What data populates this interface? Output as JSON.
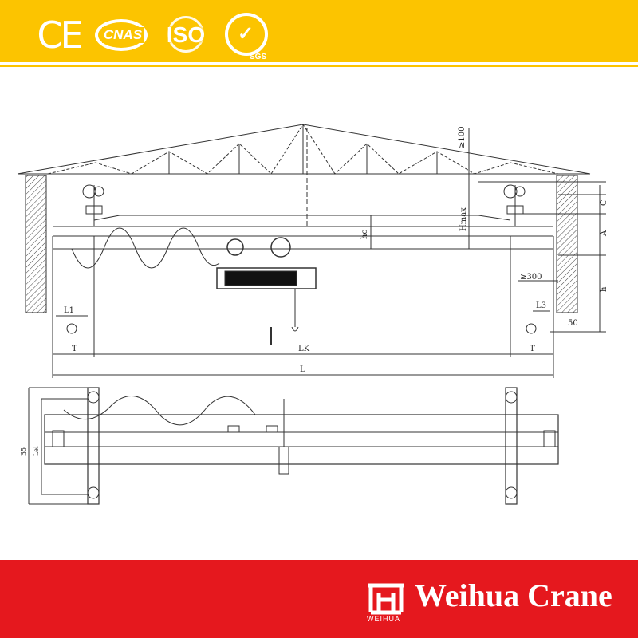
{
  "header": {
    "certifications": {
      "ce": "CE",
      "cnas": "CNAS",
      "iso": "ISO",
      "sgs": "SGS"
    },
    "banner_color": "#fcc400"
  },
  "drawing": {
    "dimension_labels": {
      "top_clearance": "≥100",
      "height_min": "Hmax",
      "hoist_height": "hc",
      "side_c": "C",
      "side_a": "A",
      "side_h": "h",
      "clearance_300": "≥300",
      "left_l1": "L1",
      "right_l3": "L3",
      "right_50": "50",
      "left_t": "T",
      "span_lk": "LK",
      "right_t": "T",
      "total_l": "L",
      "plan_b": "B5",
      "plan_lel": "Lel"
    }
  },
  "footer": {
    "brand_mark": "WEIHUA",
    "company_name": "Weihua Crane",
    "banner_color": "#e5181e"
  }
}
